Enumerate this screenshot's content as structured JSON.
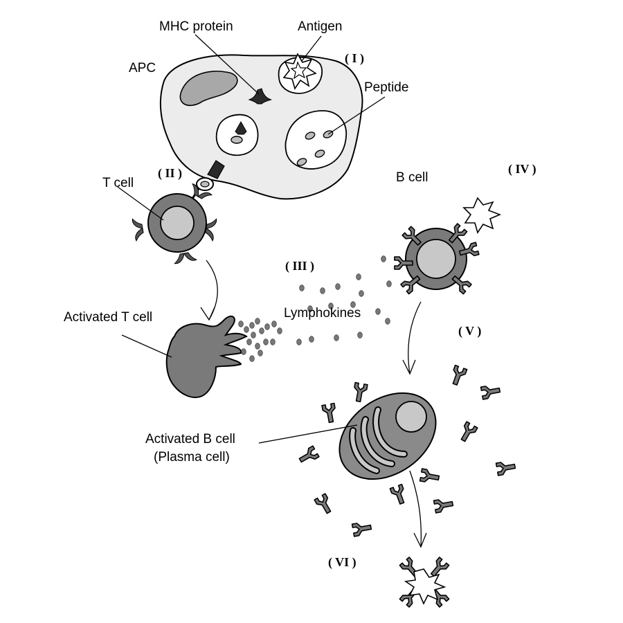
{
  "labels": {
    "mhc_protein": "MHC protein",
    "antigen": "Antigen",
    "apc": "APC",
    "peptide": "Peptide",
    "t_cell": "T cell",
    "b_cell": "B cell",
    "activated_t_cell": "Activated T cell",
    "lymphokines": "Lymphokines",
    "activated_b_cell_line1": "Activated B cell",
    "activated_b_cell_line2": "(Plasma cell)"
  },
  "steps": {
    "i": "( I )",
    "ii": "( II )",
    "iii": "( III )",
    "iv": "( IV )",
    "v": "( V )",
    "vi": "( VI )"
  },
  "colors": {
    "cell_fill_light": "#f0f0f0",
    "nucleus_fill": "#c8c8c8",
    "membrane_dark": "#7a7a7a",
    "receptor_dark": "#3a3a3a",
    "stroke": "#000000"
  }
}
